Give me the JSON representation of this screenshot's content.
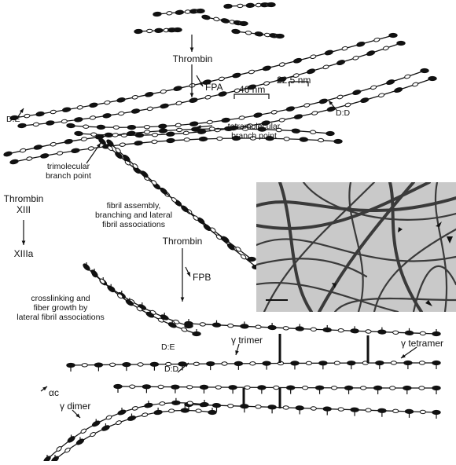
{
  "labels": {
    "thrombin_top": "Thrombin",
    "fpa": "FPA",
    "nm46": "46 nm",
    "nm225": "22.5 nm",
    "de_top": "D:E",
    "dd_top": "D:D",
    "tetramolecular": "tetramolecular\nbranch point",
    "trimolecular": "trimolecular\nbranch point",
    "thrombin_xiii": "Thrombin\nXIII",
    "xiiia": "XIIIa",
    "fibril_assembly": "fibril assembly,\nbranching and lateral\nfibril associations",
    "thrombin_mid": "Thrombin",
    "fpb": "FPB",
    "crosslinking": "crosslinking and\nfiber growth by\nlateral fibril associations",
    "gamma_trimer": "γ trimer",
    "gamma_tetramer": "γ tetramer",
    "de_bottom": "D:E",
    "dd_bottom": "D:D",
    "alpha_c": "αc",
    "gamma_dimer": "γ dimer"
  },
  "colors": {
    "ink": "#111111",
    "micrograph_bg": "#c9c9c9",
    "fiber": "#3a3a3a"
  },
  "icons": {
    "fibrinogen_molecule": "dumbbell-molecule-icon",
    "arrow": "down-arrow-icon",
    "scale_bar": "scale-bar-icon"
  }
}
